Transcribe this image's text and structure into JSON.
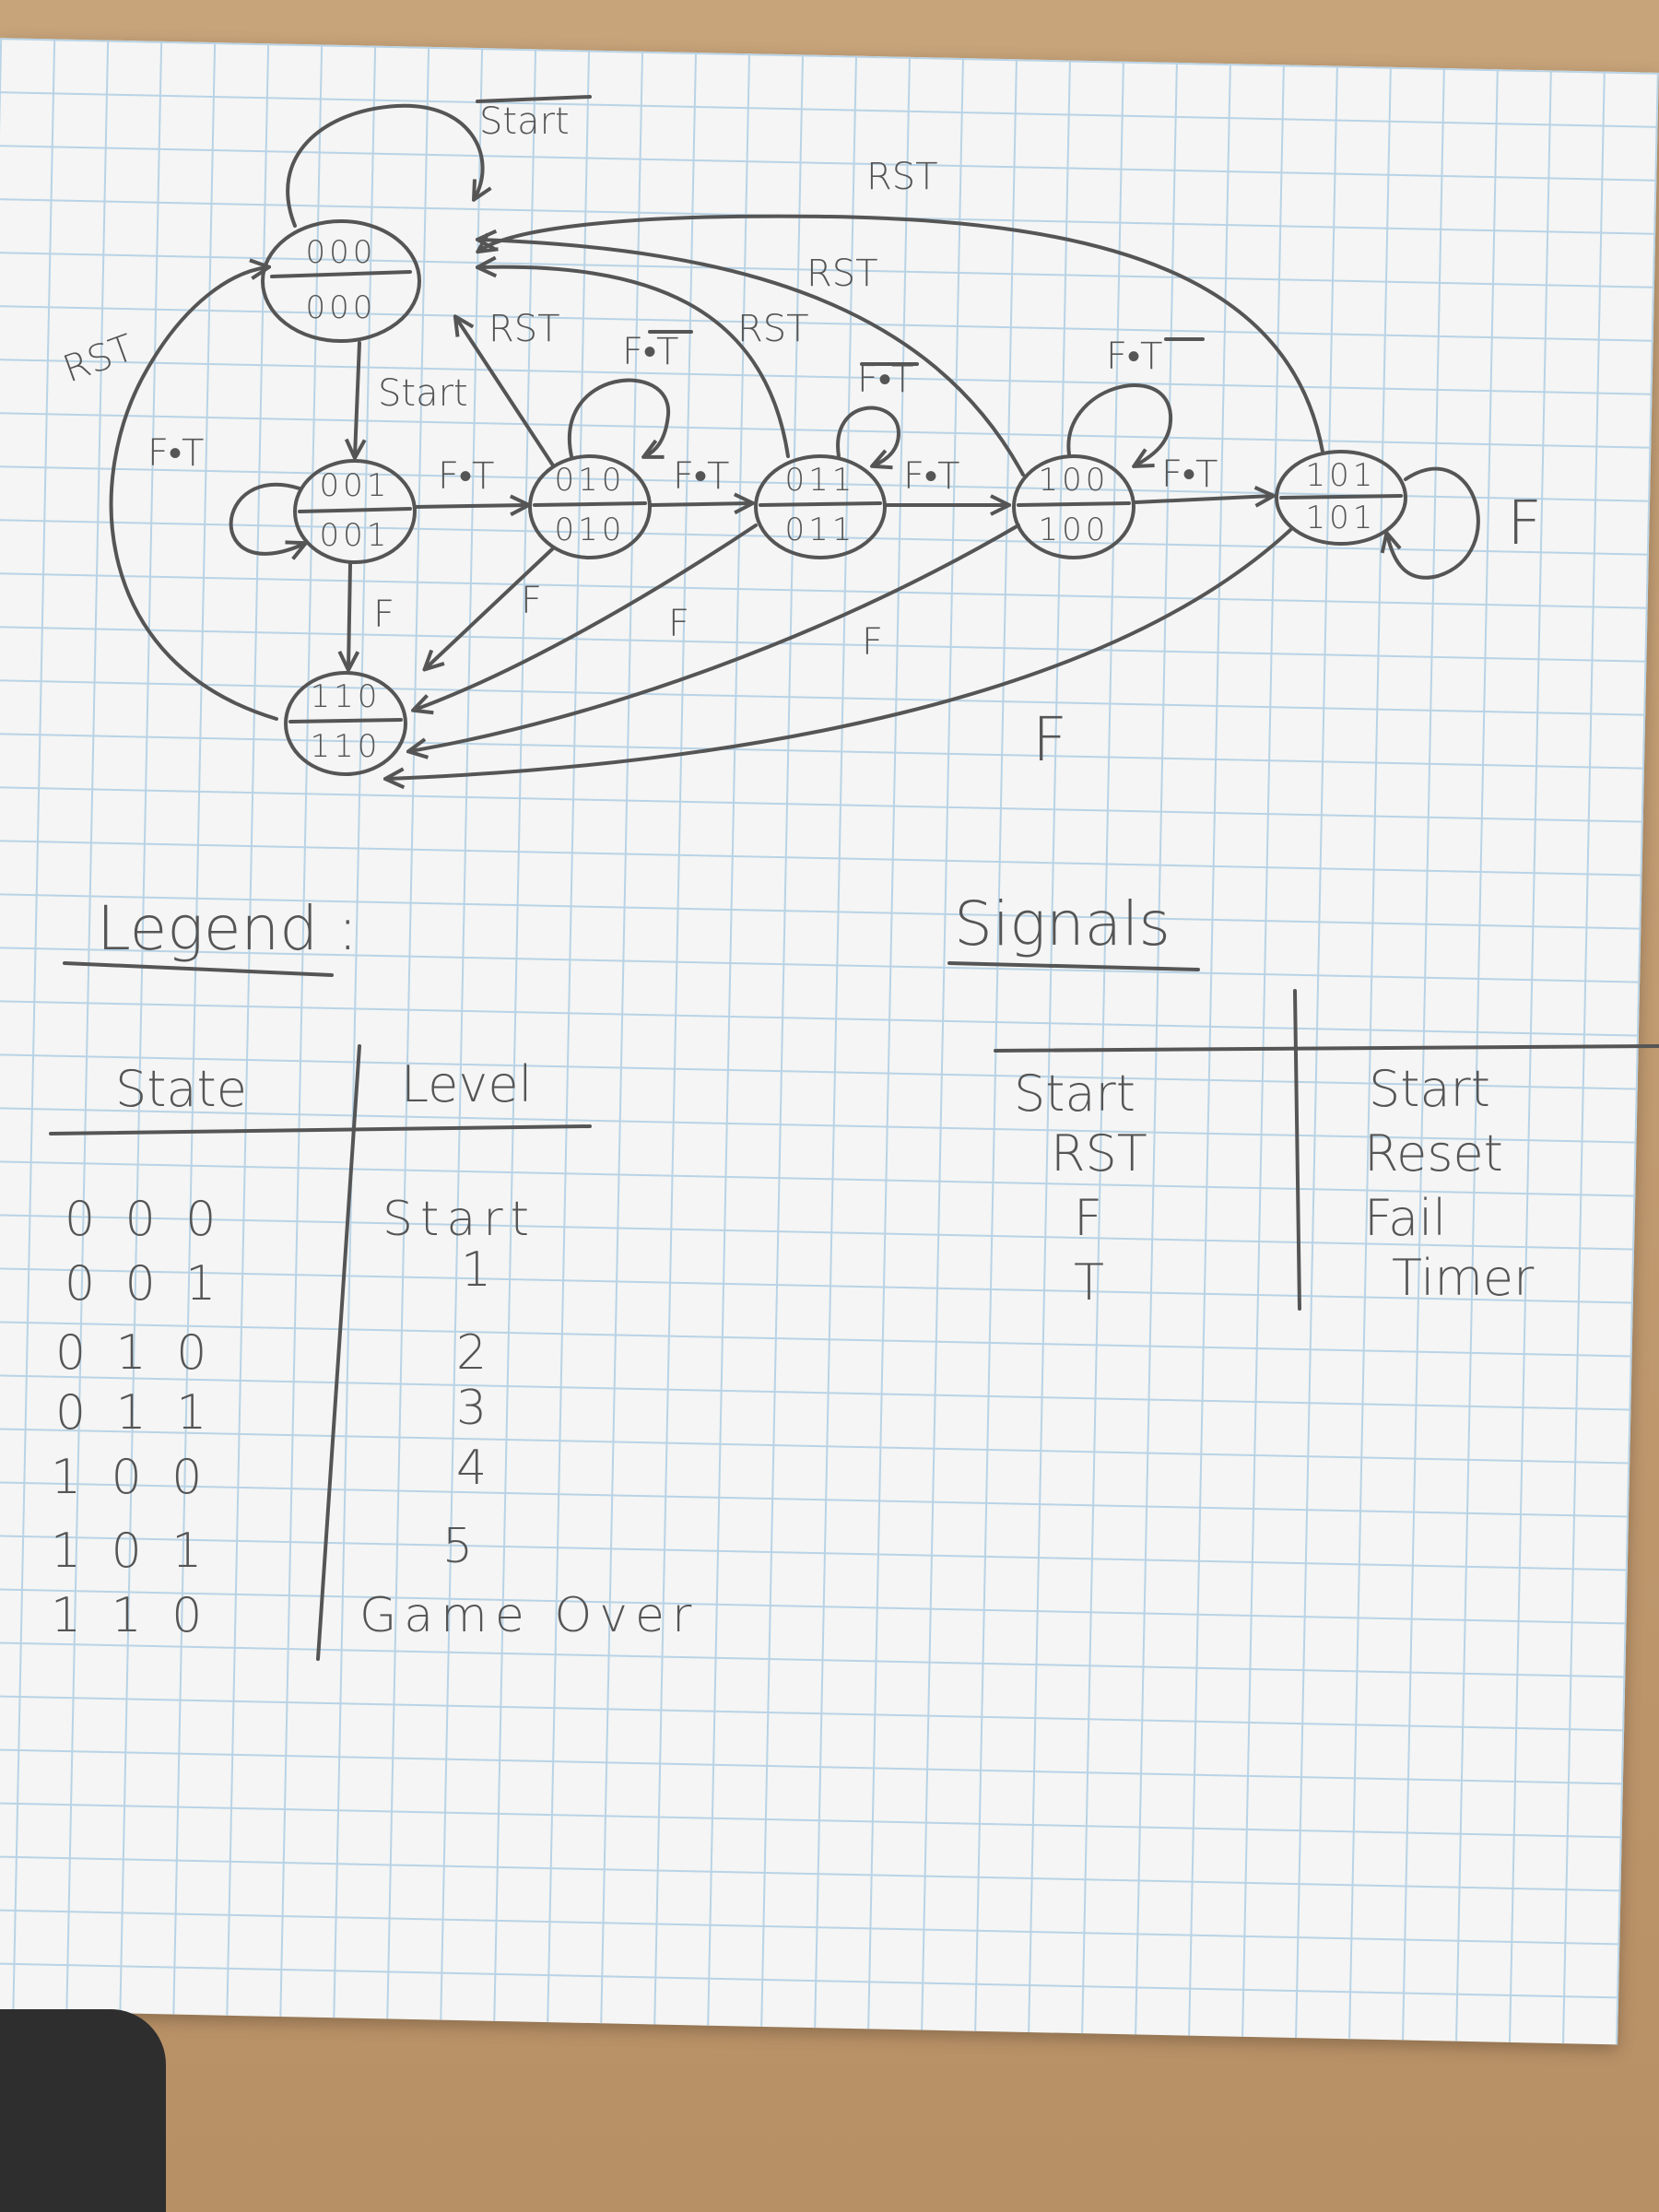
{
  "states": [
    {
      "id": "s000",
      "top": "000",
      "bottom": "000"
    },
    {
      "id": "s001",
      "top": "001",
      "bottom": "001"
    },
    {
      "id": "s010",
      "top": "010",
      "bottom": "010"
    },
    {
      "id": "s011",
      "top": "011",
      "bottom": "011"
    },
    {
      "id": "s100",
      "top": "100",
      "bottom": "100"
    },
    {
      "id": "s101",
      "top": "101",
      "bottom": "101"
    },
    {
      "id": "s110",
      "top": "110",
      "bottom": "110"
    }
  ],
  "transitions": [
    {
      "from": "s000",
      "to": "s000",
      "label": "Start"
    },
    {
      "from": "s000",
      "to": "s001",
      "label": "Start"
    },
    {
      "from": "s001",
      "to": "s001",
      "label": "F•T"
    },
    {
      "from": "s001",
      "to": "s010",
      "label": "F•T"
    },
    {
      "from": "s001",
      "to": "s110",
      "label": "F"
    },
    {
      "from": "s010",
      "to": "s010",
      "label": "F•T"
    },
    {
      "from": "s010",
      "to": "s011",
      "label": "F•T"
    },
    {
      "from": "s010",
      "to": "s000",
      "label": "RST"
    },
    {
      "from": "s010",
      "to": "s110",
      "label": "F"
    },
    {
      "from": "s011",
      "to": "s011",
      "label": "F•T"
    },
    {
      "from": "s011",
      "to": "s100",
      "label": "F•T"
    },
    {
      "from": "s011",
      "to": "s000",
      "label": "RST"
    },
    {
      "from": "s011",
      "to": "s110",
      "label": "F"
    },
    {
      "from": "s100",
      "to": "s100",
      "label": "F•T"
    },
    {
      "from": "s100",
      "to": "s101",
      "label": "F•T"
    },
    {
      "from": "s100",
      "to": "s000",
      "label": "RST"
    },
    {
      "from": "s100",
      "to": "s110",
      "label": "F"
    },
    {
      "from": "s101",
      "to": "s101",
      "label": "F"
    },
    {
      "from": "s101",
      "to": "s000",
      "label": "RST"
    },
    {
      "from": "s101",
      "to": "s110",
      "label": "F"
    },
    {
      "from": "s110",
      "to": "s000",
      "label": "RST"
    }
  ],
  "legend": {
    "title": "Legend :",
    "col_state": "State",
    "col_level": "Level",
    "rows": [
      {
        "state": "0 0 0",
        "level": "Start"
      },
      {
        "state": "0 0 1",
        "level": "1"
      },
      {
        "state": "0 1 0",
        "level": "2"
      },
      {
        "state": "0 1 1",
        "level": "3"
      },
      {
        "state": "1 0 0",
        "level": "4"
      },
      {
        "state": "1 0 1",
        "level": "5"
      },
      {
        "state": "1 1 0",
        "level": "Game Over"
      }
    ]
  },
  "signals": {
    "title": "Signals",
    "rows": [
      {
        "symbol": "Start",
        "meaning": "Start"
      },
      {
        "symbol": "RST",
        "meaning": "Reset"
      },
      {
        "symbol": "F",
        "meaning": "Fail"
      },
      {
        "symbol": "T",
        "meaning": "Timer"
      }
    ]
  }
}
